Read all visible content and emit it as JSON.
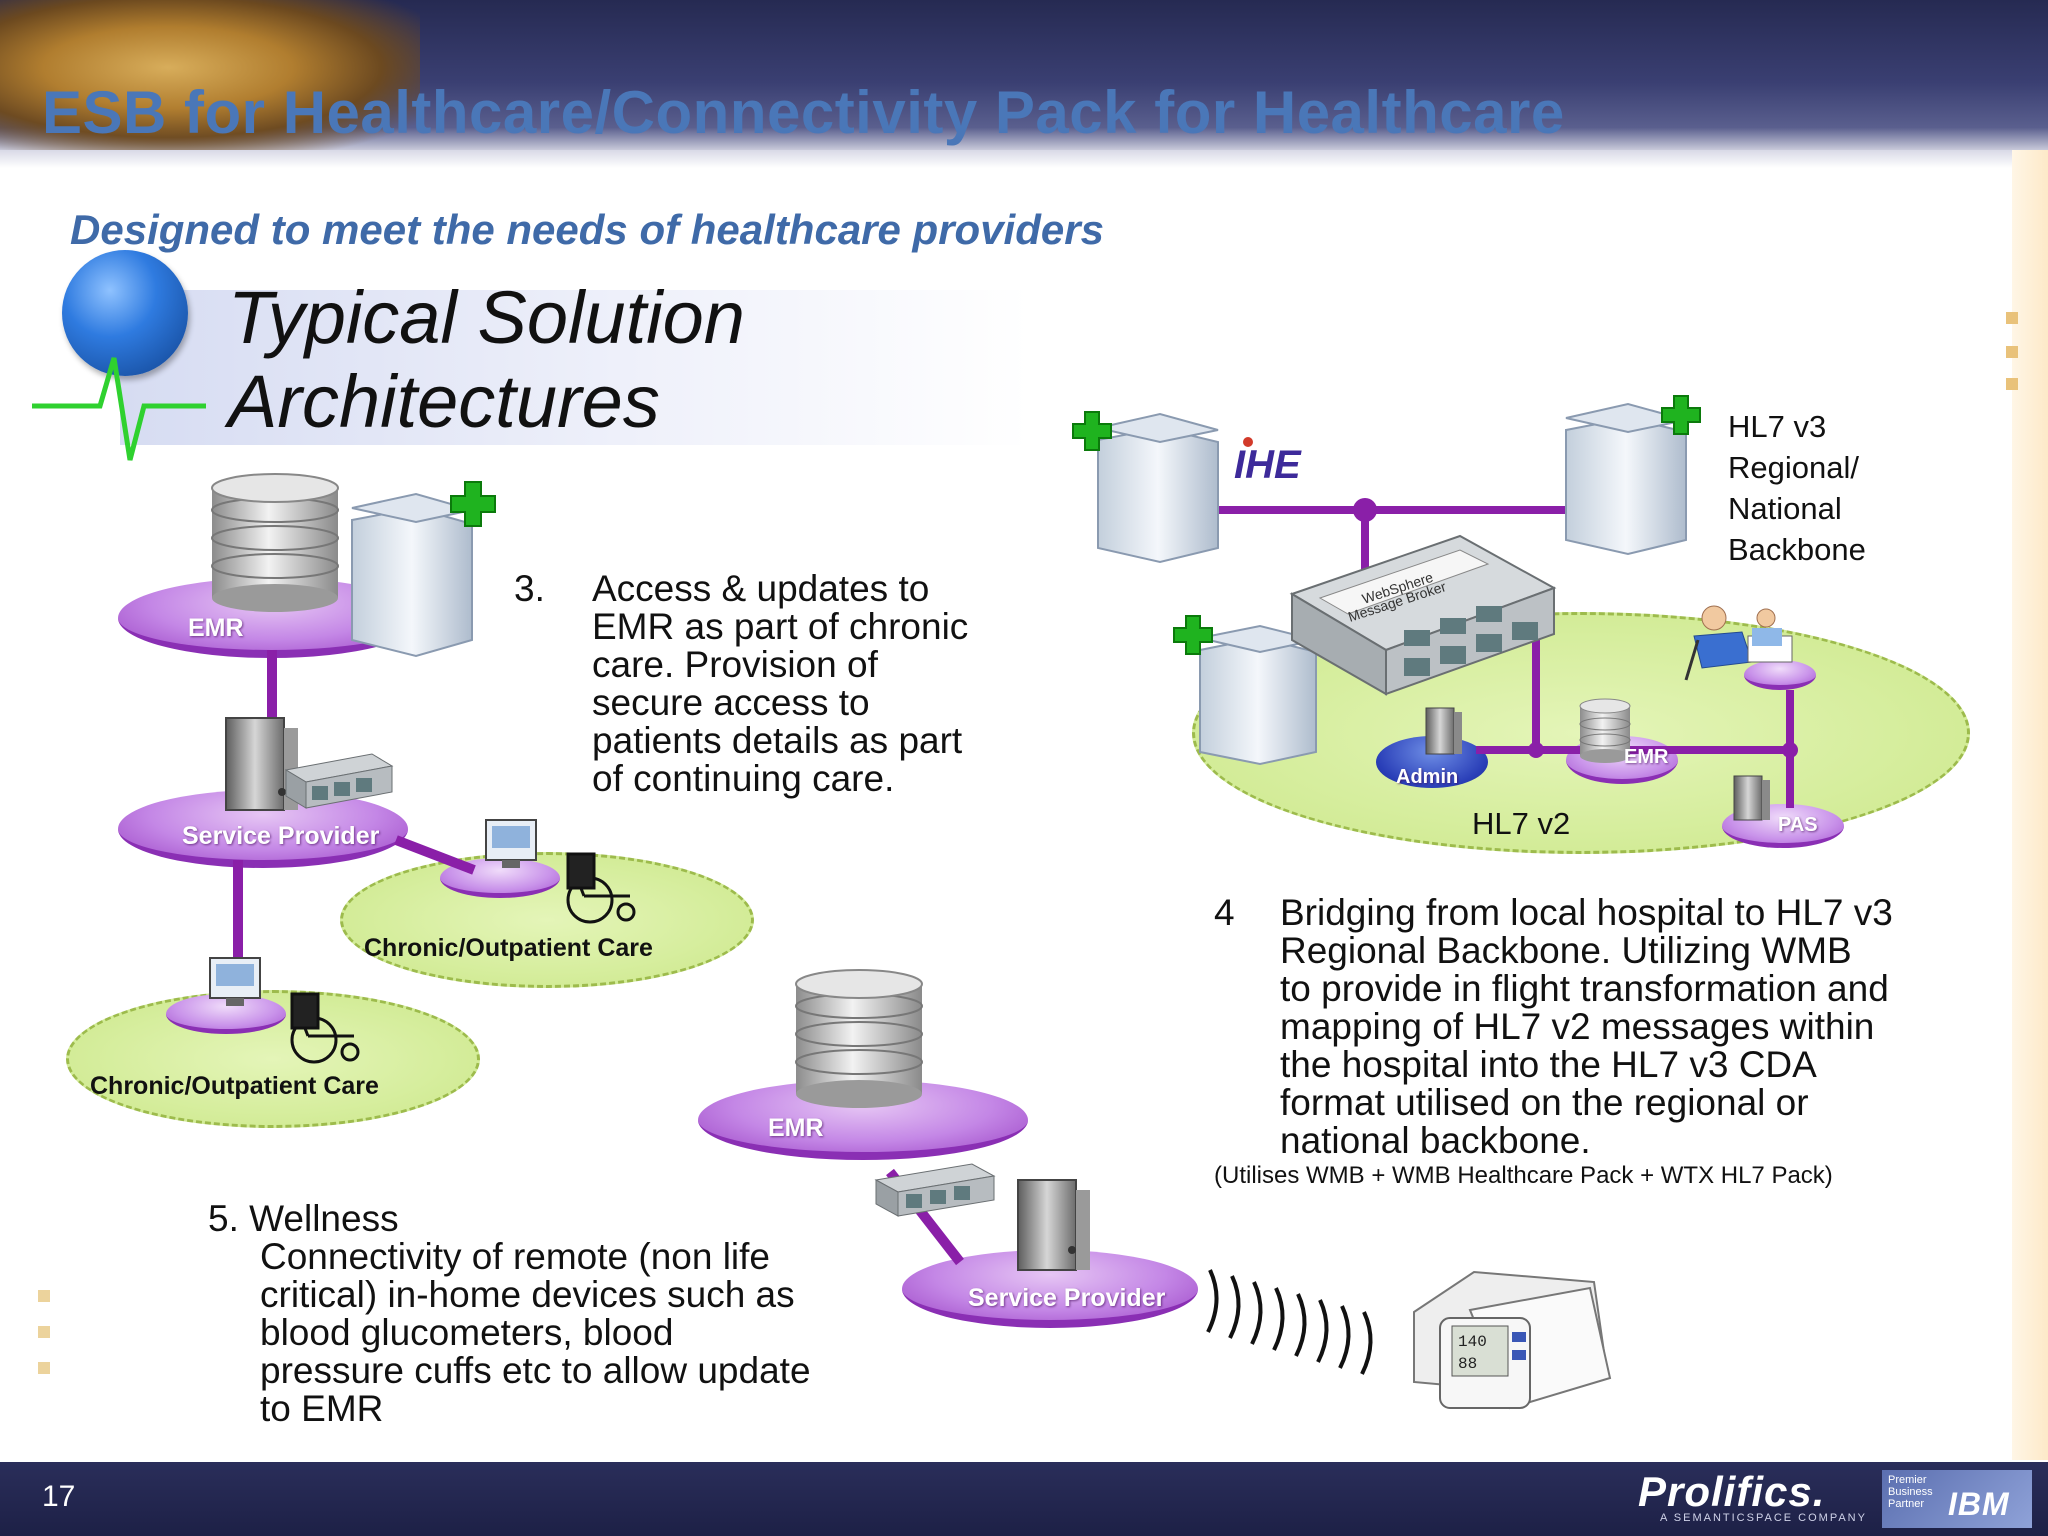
{
  "header": {
    "title": "ESB for Healthcare/Connectivity Pack for Healthcare",
    "subtitle": "Designed to meet the needs of healthcare providers"
  },
  "section": {
    "title_line1": "Typical Solution",
    "title_line2": "Architectures"
  },
  "diagram": {
    "emr_top": "EMR",
    "service_provider_left": "Service Provider",
    "chronic_care_1": "Chronic/Outpatient Care",
    "chronic_care_2": "Chronic/Outpatient Care",
    "emr_bottom": "EMR",
    "service_provider_bottom": "Service Provider",
    "hospital_admin": "Admin",
    "hospital_emr": "EMR",
    "hospital_pas": "PAS",
    "hl7_v2": "HL7 v2",
    "ihe_logo": "IHE",
    "broker_label_1": "WebSphere",
    "broker_label_2": "Message Broker",
    "backbone_line1": "HL7 v3",
    "backbone_line2": "Regional/",
    "backbone_line3": "National",
    "backbone_line4": "Backbone",
    "monitor_line1": "140",
    "monitor_line2": "88"
  },
  "points": {
    "p3_number": "3.",
    "p3_lines": [
      "Access & updates to",
      "EMR as part of chronic",
      "care.  Provision of",
      "secure access to",
      "patients details as part",
      "of continuing care."
    ],
    "p4_number": "4",
    "p4_lines": [
      "Bridging from local hospital to HL7 v3",
      "Regional Backbone.  Utilizing WMB",
      "to provide in flight transformation and",
      "mapping of HL7 v2 messages within",
      "the hospital into the HL7 v3 CDA",
      "format utilised on the regional or",
      "national backbone."
    ],
    "p4_note": "(Utilises WMB + WMB Healthcare Pack + WTX HL7 Pack)",
    "p5_heading": "5.  Wellness",
    "p5_lines": [
      "Connectivity of remote (non life",
      "critical) in-home devices such as",
      "blood glucometers, blood",
      "pressure cuffs etc to allow update",
      "to EMR"
    ]
  },
  "footer": {
    "page_number": "17",
    "logo_text": "Prolifics.",
    "logo_tagline": "A SEMANTICSPACE COMPANY",
    "ibm_badge_text": "Premier Business Partner",
    "ibm_text": "IBM"
  },
  "colors": {
    "title_blue": "#4a77b8",
    "link_purple": "#8a1fa8",
    "zone_green": "#d3ec98",
    "cross_green": "#1fb31f",
    "footer_navy": "#1d2046"
  }
}
